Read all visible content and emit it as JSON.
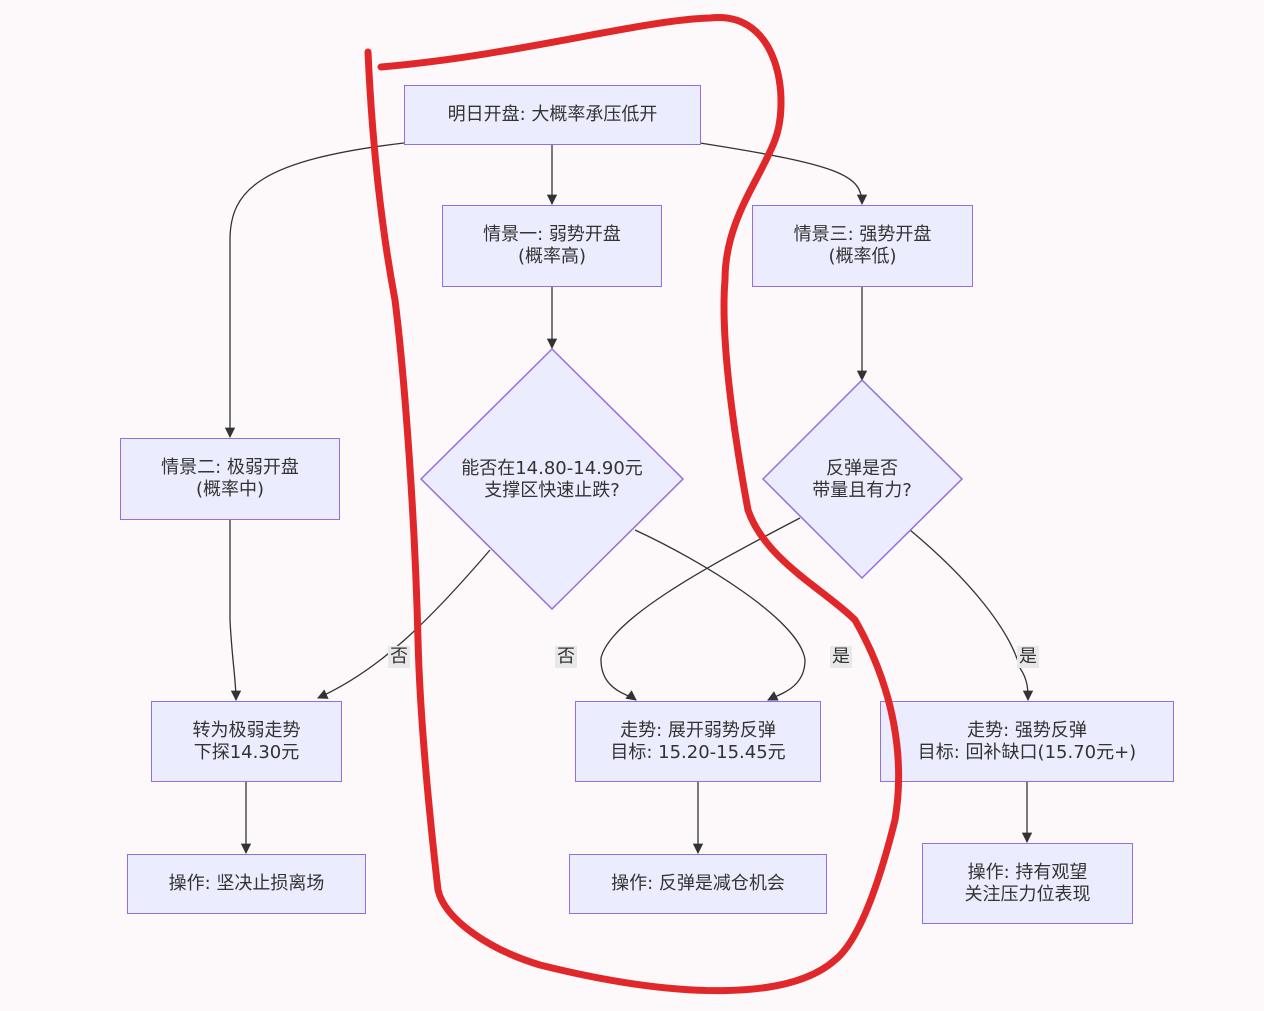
{
  "nodes": {
    "start": {
      "line1": "明日开盘: 大概率承压低开"
    },
    "s1": {
      "line1": "情景一: 弱势开盘",
      "line2": "(概率高)"
    },
    "s2": {
      "line1": "情景二: 极弱开盘",
      "line2": "(概率中)"
    },
    "s3": {
      "line1": "情景三: 强势开盘",
      "line2": "(概率低)"
    },
    "d1": {
      "line1": "能否在14.80-14.90元",
      "line2": "支撑区快速止跌?"
    },
    "d2": {
      "line1": "反弹是否",
      "line2": "带量且有力?"
    },
    "weak_trend": {
      "line1": "转为极弱走势",
      "line2": "下探14.30元"
    },
    "rebound": {
      "line1": "走势: 展开弱势反弹",
      "line2": "目标: 15.20-15.45元"
    },
    "strong": {
      "line1": "走势: 强势反弹",
      "line2": "目标: 回补缺口(15.70元+)"
    },
    "op1": {
      "line1": "操作: 坚决止损离场"
    },
    "op2": {
      "line1": "操作: 反弹是减仓机会"
    },
    "op3": {
      "line1": "操作: 持有观望",
      "line2": "关注压力位表现"
    }
  },
  "edge_labels": {
    "d1_no": "否",
    "d2_no": "否",
    "d1_yes": "是",
    "d2_yes": "是"
  },
  "colors": {
    "node_fill": "#ececff",
    "node_stroke": "#9370db",
    "edge": "#333333",
    "annotation": "#e0282b",
    "background": "#fdf9fb"
  }
}
